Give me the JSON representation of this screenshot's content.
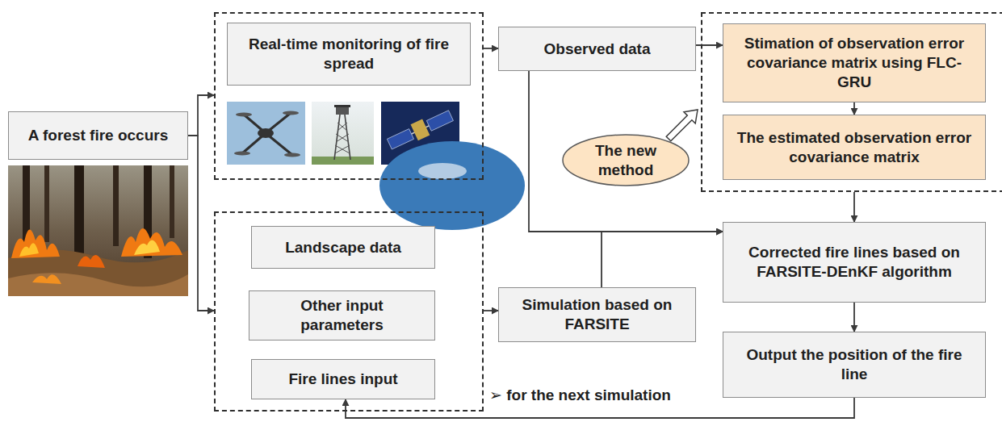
{
  "diagram": {
    "nodes": [
      {
        "text": [
          "A forest fire occurs"
        ]
      },
      {
        "text": []
      },
      {
        "text": [
          "Real-time monitoring of fire spread"
        ],
        "in": 1
      },
      {
        "text": [
          "Observed data"
        ]
      },
      {
        "text": []
      },
      {
        "text": [
          "Stimation of observation error covariance matrix using FLC-GRU"
        ],
        "in": 4
      },
      {
        "text": [
          "The estimated observation error covariance matrix"
        ],
        "in": 4
      },
      {
        "text": [
          "The new method"
        ]
      },
      {
        "text": []
      },
      {
        "text": [
          "Landscape data"
        ],
        "in": 8
      },
      {
        "text": [
          "Other input parameters"
        ],
        "in": 8
      },
      {
        "text": [
          "Fire lines input"
        ],
        "in": 8
      },
      {
        "text": [
          "Simulation based on FARSITE"
        ]
      },
      {
        "text": [
          "Corrected fire lines based on FARSITE-DEnKF algorithm"
        ]
      },
      {
        "text": [
          "Output the position of the fire line"
        ]
      }
    ],
    "edges": [
      {
        "from": 0,
        "to": 1,
        "arrow": "to"
      },
      {
        "from": 0,
        "to": 8,
        "arrow": "to"
      },
      {
        "from": 1,
        "to": 3,
        "arrow": "to"
      },
      {
        "from": 3,
        "to": 5,
        "arrow": "to"
      },
      {
        "from": 7,
        "to": 4,
        "arrow": "to"
      },
      {
        "from": 5,
        "to": 6,
        "arrow": "to"
      },
      {
        "from": 4,
        "to": 13,
        "arrow": "to"
      },
      {
        "from": 3,
        "to": 13,
        "arrow": "to"
      },
      {
        "from": 12,
        "to": 13,
        "arrow": "to"
      },
      {
        "from": 8,
        "to": 12,
        "arrow": "to"
      },
      {
        "from": 13,
        "to": 14,
        "arrow": "to"
      },
      {
        "from": 14,
        "to": 11,
        "arrow": "to"
      }
    ],
    "labels": [
      "➢ for the next simulation"
    ]
  }
}
